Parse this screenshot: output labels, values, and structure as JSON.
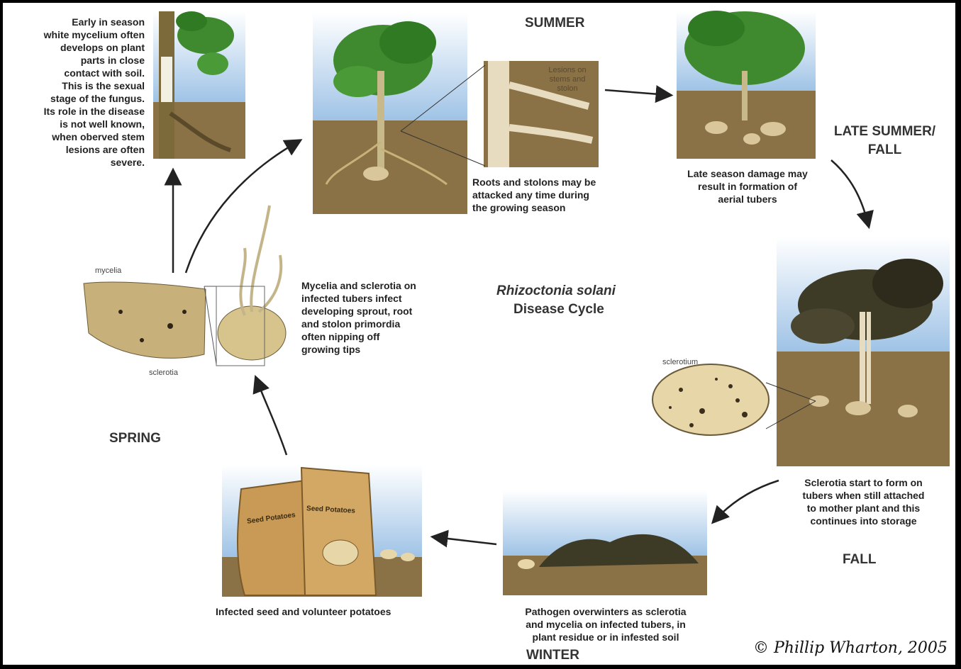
{
  "title": {
    "organism": "Rhizoctonia solani",
    "subtitle": "Disease Cycle"
  },
  "seasons": {
    "summer": "SUMMER",
    "late_summer_fall": "LATE SUMMER/\nFALL",
    "fall": "FALL",
    "winter": "WINTER",
    "spring": "SPRING"
  },
  "captions": {
    "early_season": "Early in season\nwhite mycelium often\ndevelops on plant\nparts in close\ncontact with soil.\nThis is the sexual\nstage of the fungus.\nIts role in the disease\nis not well known,\nwhen oberved stem\nlesions are often\nsevere.",
    "roots_stolons": "Roots and stolons may be\nattacked any time during\nthe growing season",
    "late_season": "Late season damage may\nresult in formation of\naerial tubers",
    "sclerotia_form": "Sclerotia start to form on\ntubers when still attached\nto mother plant and this\ncontinues into storage",
    "overwinter": "Pathogen overwinters as sclerotia\nand mycelia on infected tubers, in\nplant residue or in infested soil",
    "infected_seed": "Infected seed and volunteer potatoes",
    "mycelia_infect": "Mycelia and sclerotia on\ninfected tubers infect\ndeveloping sprout, root\nand stolon primordia\noften nipping off\ngrowing tips"
  },
  "labels": {
    "mycelia": "mycelia",
    "sclerotia": "sclerotia",
    "sclerotium": "sclerotium",
    "lesions": "Lesions on\nstems and\nstolon",
    "bag_left": "Seed Potatoes",
    "bag_right": "Seed Potatoes"
  },
  "credit": "© Phillip Wharton, 2005",
  "colors": {
    "sky": "#9fc3e6",
    "soil": "#8a7146",
    "leaf": "#3f8a2e",
    "leaf_dark": "#3d3a26",
    "arrow": "#222222",
    "tuber": "#e6d6a8",
    "bag": "#c99a56"
  }
}
